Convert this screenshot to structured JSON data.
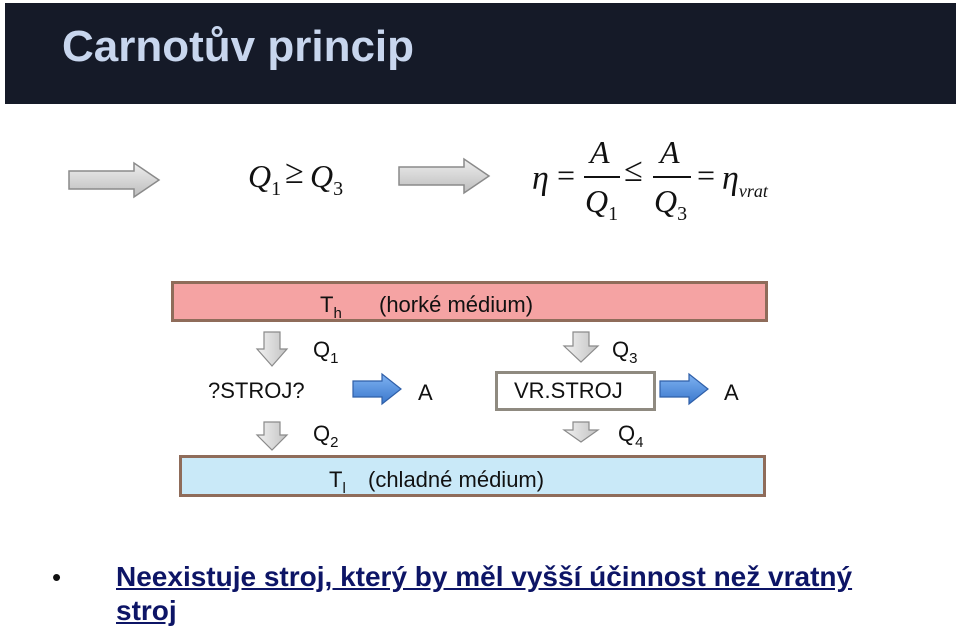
{
  "title": "Carnotův princip",
  "formula_left": {
    "q": "Q",
    "sub1": "1",
    "op": "≥",
    "sub3": "3"
  },
  "formula_right": {
    "eta": "η",
    "eq": "=",
    "A": "A",
    "Q": "Q",
    "sub1": "1",
    "sub3": "3",
    "leq": "≤",
    "sub_vrat": "vrat"
  },
  "diagram": {
    "hot": {
      "T": "T",
      "sub": "h",
      "text": "(horké médium)"
    },
    "cold": {
      "T": "T",
      "sub": "l",
      "text": "(chladné médium)"
    },
    "q1": {
      "q": "Q",
      "sub": "1"
    },
    "q2": {
      "q": "Q",
      "sub": "2"
    },
    "q3": {
      "q": "Q",
      "sub": "3"
    },
    "q4": {
      "q": "Q",
      "sub": "4"
    },
    "engine_left": "?STROJ?",
    "engine_right": "VR.STROJ",
    "work_left": "A",
    "work_right": "A"
  },
  "bullet": {
    "symbol": "•",
    "text": "Neexistuje stroj, který by měl vyšší účinnost než vratný stroj"
  },
  "colors": {
    "title_bg": "#151a28",
    "title_text": "#c8d6ee",
    "hot": "#f5a3a3",
    "cold": "#c9e9f8",
    "arrow_blue": "#4f8fe0",
    "arrow_gray": "#d7d7d7",
    "note_text": "#0d1566"
  }
}
